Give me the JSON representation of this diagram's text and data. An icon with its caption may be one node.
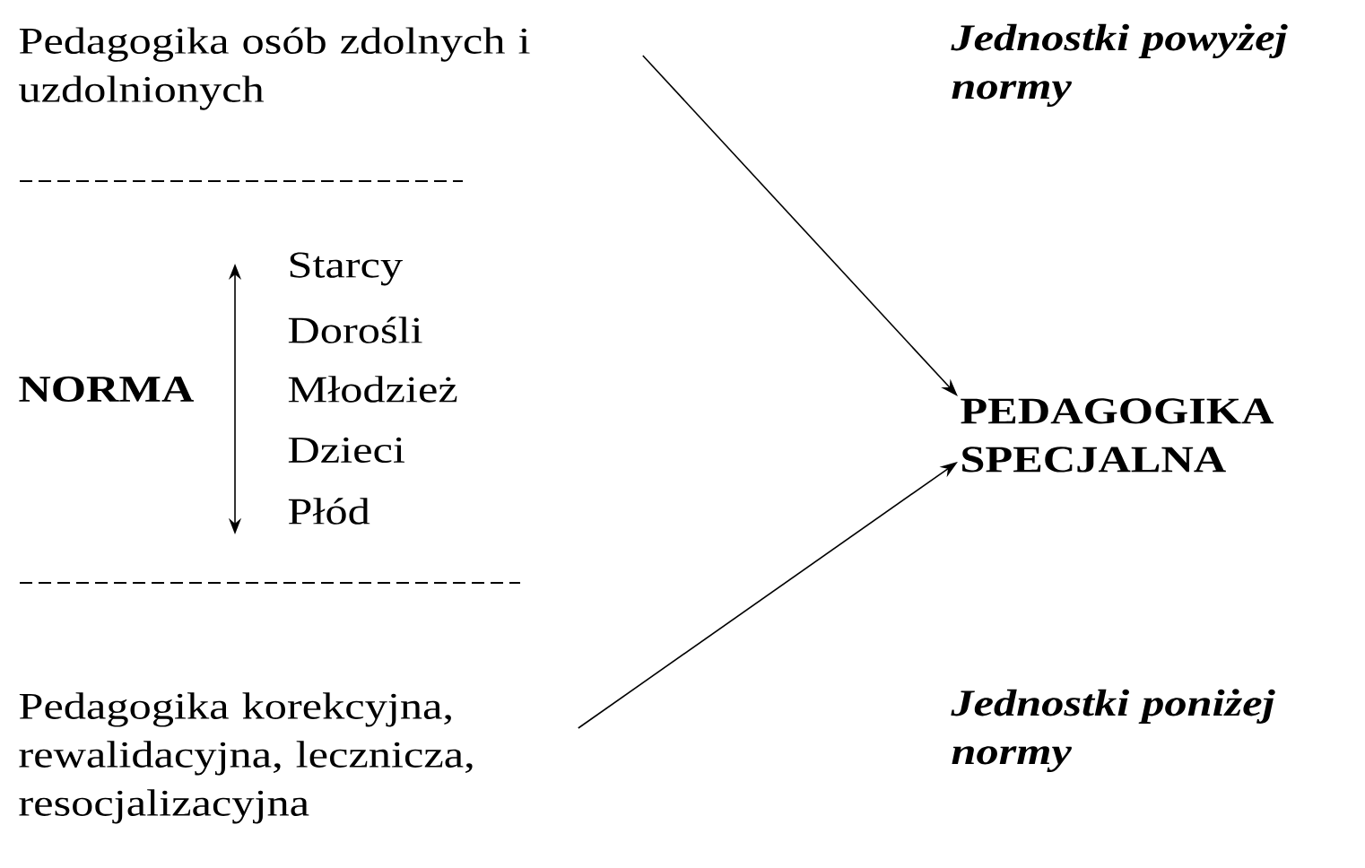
{
  "diagram": {
    "nodes": [
      {
        "text": [
          "Pedagogika osób zdolnych i uzdolnionych"
        ]
      },
      {
        "text": [
          "PEDAGOGIKA SPECJALNA"
        ]
      },
      {
        "text": [
          "Pedagogika korekcyjna, rewalidacyjna, lecznicza, resocjalizacyjna"
        ]
      }
    ],
    "edges": [
      {
        "from": 0,
        "to": 1,
        "arrow": "to"
      },
      {
        "from": 2,
        "to": 1,
        "arrow": "to"
      }
    ],
    "labels": [
      "Jednostki powyżej normy",
      "Starcy",
      "Dorośli",
      "NORMA",
      "Młodzież",
      "Dzieci",
      "Płód",
      "Jednostki poniżej normy"
    ]
  }
}
